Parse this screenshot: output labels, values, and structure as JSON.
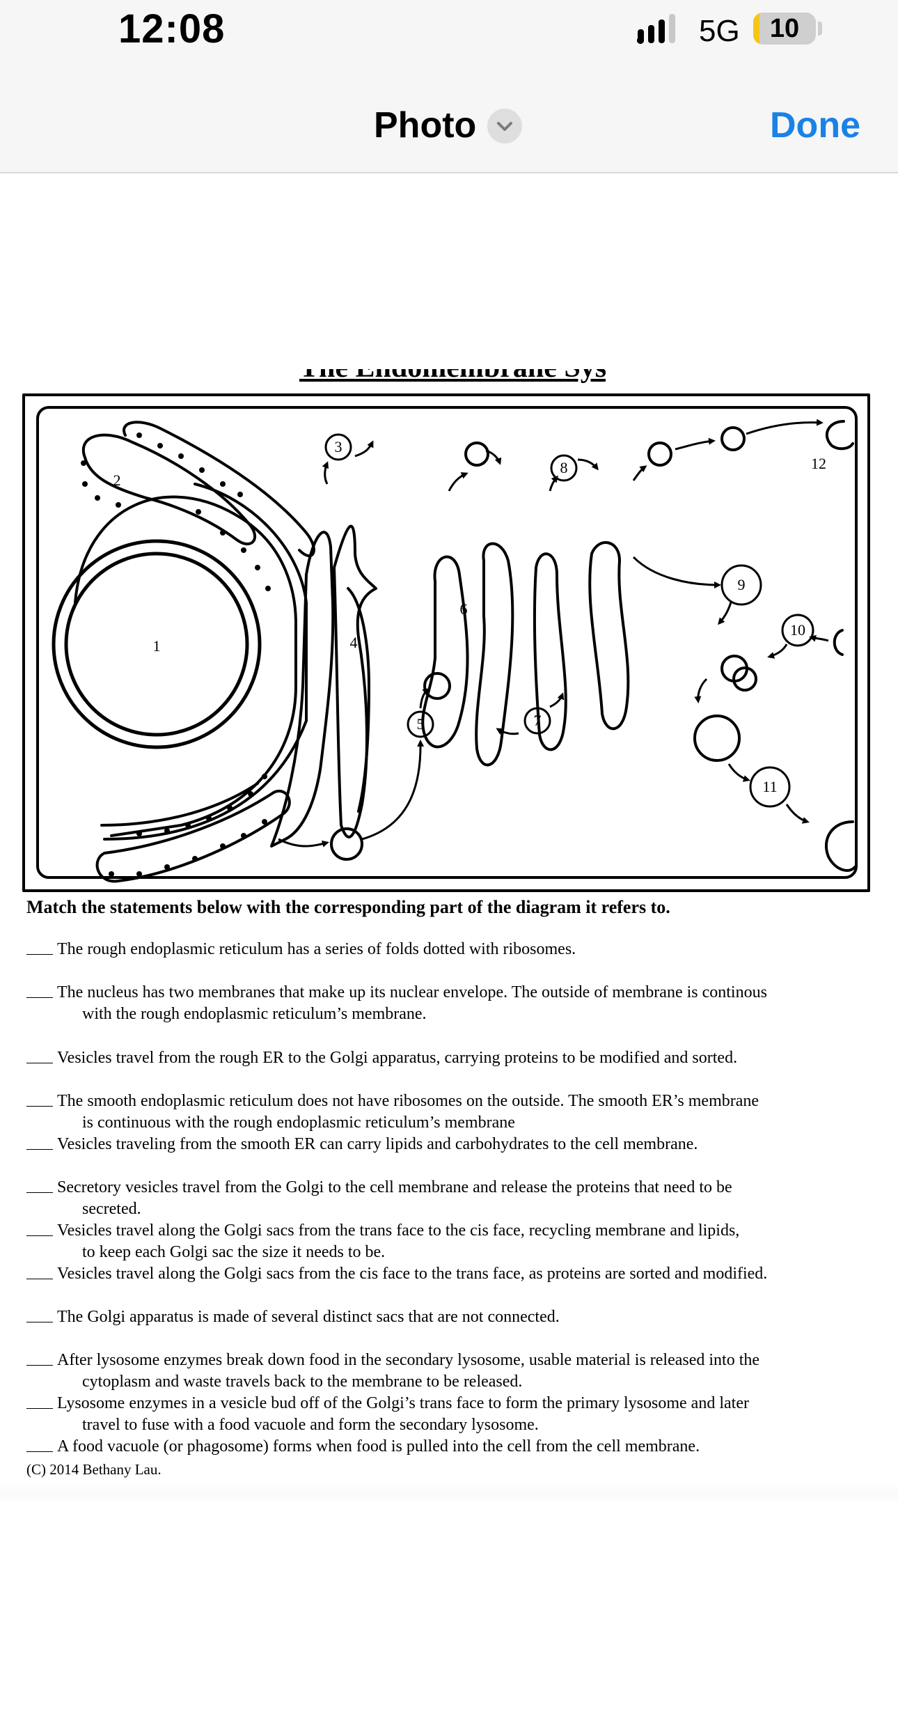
{
  "status_bar": {
    "time": "12:08",
    "network": "5G",
    "battery_level": "10",
    "battery_fraction": 0.1
  },
  "nav_bar": {
    "title": "Photo",
    "done_label": "Done",
    "accent_color": "#1a82e6"
  },
  "worksheet": {
    "title": "The Endomembrane System",
    "diagram_labels": [
      "1",
      "2",
      "3",
      "4",
      "5",
      "6",
      "7",
      "8",
      "9",
      "10",
      "11",
      "12"
    ],
    "instruction": "Match the statements below with the corresponding part of the diagram it refers to.",
    "statements": [
      {
        "lines": [
          "The rough endoplasmic reticulum has a series of folds dotted with ribosomes."
        ]
      },
      {
        "lines": [
          "The nucleus has two membranes that make up its nuclear envelope.  The outside of membrane is continous",
          "with the rough endoplasmic reticulum’s membrane."
        ]
      },
      {
        "lines": [
          "Vesicles travel from the rough ER to the Golgi apparatus, carrying proteins to be modified and sorted."
        ]
      },
      {
        "lines": [
          "The smooth endoplasmic reticulum does not have ribosomes on the outside.  The smooth ER’s membrane",
          "is continuous with the rough endoplasmic reticulum’s membrane"
        ]
      },
      {
        "lines": [
          "Vesicles traveling from the smooth ER can carry lipids and carbohydrates to the cell membrane."
        ]
      },
      {
        "lines": [
          "Secretory vesicles travel from the Golgi to the cell membrane and release the proteins that need to be",
          "secreted."
        ]
      },
      {
        "lines": [
          "Vesicles travel along the Golgi sacs from the trans face to the cis face, recycling membrane and lipids,",
          "to keep each Golgi sac the size it needs to be."
        ]
      },
      {
        "lines": [
          "Vesicles travel along the Golgi sacs from the cis face to the trans face, as proteins are sorted and modified."
        ]
      },
      {
        "lines": [
          "The Golgi apparatus is made of several distinct sacs that are not connected."
        ]
      },
      {
        "lines": [
          "After lysosome enzymes break down food in the secondary lysosome, usable material is released into the",
          "cytoplasm and waste travels back to the membrane to be released."
        ]
      },
      {
        "lines": [
          "Lysosome enzymes in a vesicle bud off of the Golgi’s trans face to form the primary lysosome and later",
          "travel to fuse with a food vacuole and form the secondary lysosome."
        ]
      },
      {
        "lines": [
          "A food vacuole (or phagosome) forms when food is pulled into the cell from the cell membrane."
        ]
      }
    ],
    "copyright": "(C) 2014 Bethany Lau."
  }
}
